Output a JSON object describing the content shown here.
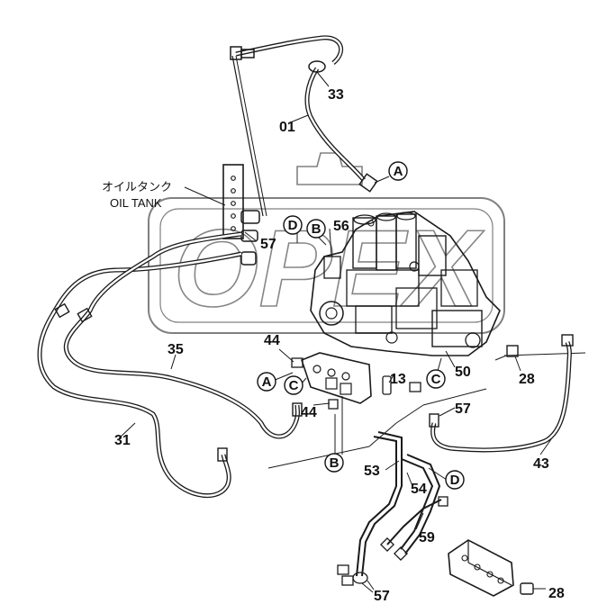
{
  "diagram": {
    "oil_tank_jp": "オイルタンク",
    "oil_tank_en": "OIL TANK",
    "watermark": "OPEX",
    "part_labels": {
      "p01": "01",
      "p33": "33",
      "p57a": "57",
      "p56": "56",
      "p35": "35",
      "p44a": "44",
      "p44b": "44",
      "p13": "13",
      "p50": "50",
      "p28a": "28",
      "p57b": "57",
      "p31": "31",
      "p43": "43",
      "p53": "53",
      "p54": "54",
      "p59": "59",
      "p57c": "57",
      "p28b": "28"
    },
    "callouts": {
      "a1": "A",
      "d1": "D",
      "b1": "B",
      "a2": "A",
      "c1": "C",
      "c2": "C",
      "b2": "B",
      "d2": "D"
    }
  }
}
